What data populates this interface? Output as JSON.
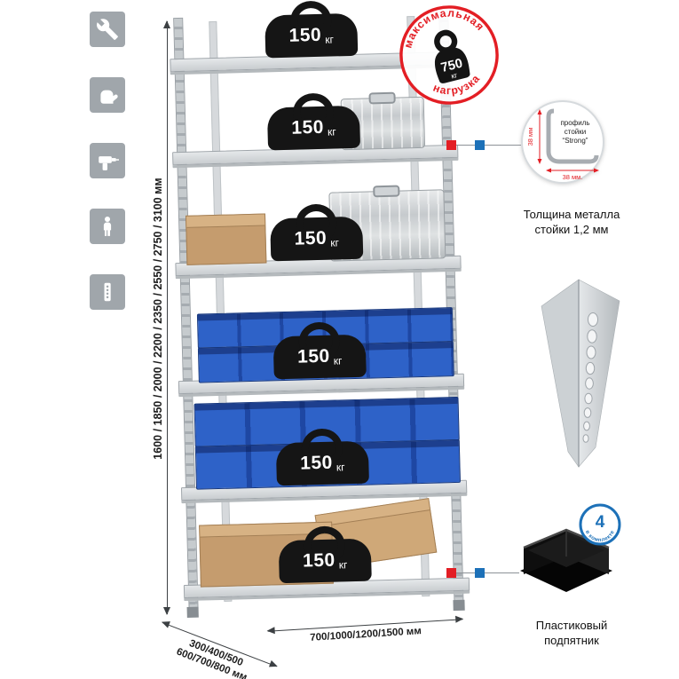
{
  "colors": {
    "accent_red": "#e31e24",
    "accent_blue": "#1d71b8",
    "metal_gray": "#a6acb1",
    "bin_blue": "#2e62c8"
  },
  "sidebar_icons": [
    {
      "name": "wrench"
    },
    {
      "name": "gloves"
    },
    {
      "name": "drill"
    },
    {
      "name": "person"
    },
    {
      "name": "perforated-post"
    }
  ],
  "dimensions": {
    "height": "1600 / 1850 / 2000 / 2200 / 2350 / 2550 / 2750 / 3100 мм",
    "depth_line1": "300/400/500",
    "depth_line2": "600/700/800 мм",
    "width": "700/1000/1200/1500 мм"
  },
  "shelves": [
    {
      "load_value": "150",
      "load_unit": "кг"
    },
    {
      "load_value": "150",
      "load_unit": "кг"
    },
    {
      "load_value": "150",
      "load_unit": "кг"
    },
    {
      "load_value": "150",
      "load_unit": "кг"
    },
    {
      "load_value": "150",
      "load_unit": "кг"
    },
    {
      "load_value": "150",
      "load_unit": "кг"
    }
  ],
  "stamp": {
    "arc_top": "максимальная",
    "arc_bottom": "нагрузка",
    "value": "750",
    "unit": "кг"
  },
  "profile": {
    "label_line1": "профиль",
    "label_line2": "стойки",
    "label_line3": "“Strong”",
    "dim_vertical": "38 мм",
    "dim_horizontal": "38 мм.",
    "caption_line1": "Толщина металла",
    "caption_line2": "стойки 1,2 мм"
  },
  "foot": {
    "badge_value": "4",
    "badge_arc": "в комплекте",
    "caption_line1": "Пластиковый",
    "caption_line2": "подпятник"
  }
}
